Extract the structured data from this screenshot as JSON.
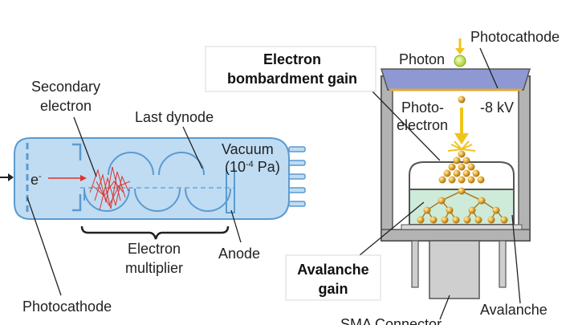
{
  "colors": {
    "tube_fill": "#bfdcf3",
    "tube_stroke": "#5c9ad0",
    "electron_red": "#e0322a",
    "gold": "#e3aa36",
    "vacuum_green": "#cdebd8",
    "photocathode_bar": "#8e99d4",
    "housing_gray": "#b3b3b3",
    "arrow_yellow": "#f0c419",
    "photon_green": "#c9e85a"
  },
  "pmt": {
    "secondary_electron": [
      "Secondary",
      "electron"
    ],
    "last_dynode": "Last dynode",
    "vacuum": "Vacuum",
    "pressure_base": "(10",
    "pressure_exp": "-4",
    "pressure_unit": " Pa)",
    "electron_base": "e",
    "electron_sup": "-",
    "electron_multiplier": [
      "Electron",
      "multiplier"
    ],
    "anode": "Anode",
    "photocathode": "Photocathode"
  },
  "hpd": {
    "photocathode": "Photocathode",
    "photon": "Photon",
    "photoelectron": [
      "Photo-",
      "electron"
    ],
    "voltage": "-8 kV",
    "bombardment_gain": [
      "Electron",
      "bombardment gain"
    ],
    "avalanche_gain": [
      "Avalanche",
      "gain"
    ],
    "sma_connector": "SMA Connector",
    "avalanche_diode": "Avalanche"
  }
}
